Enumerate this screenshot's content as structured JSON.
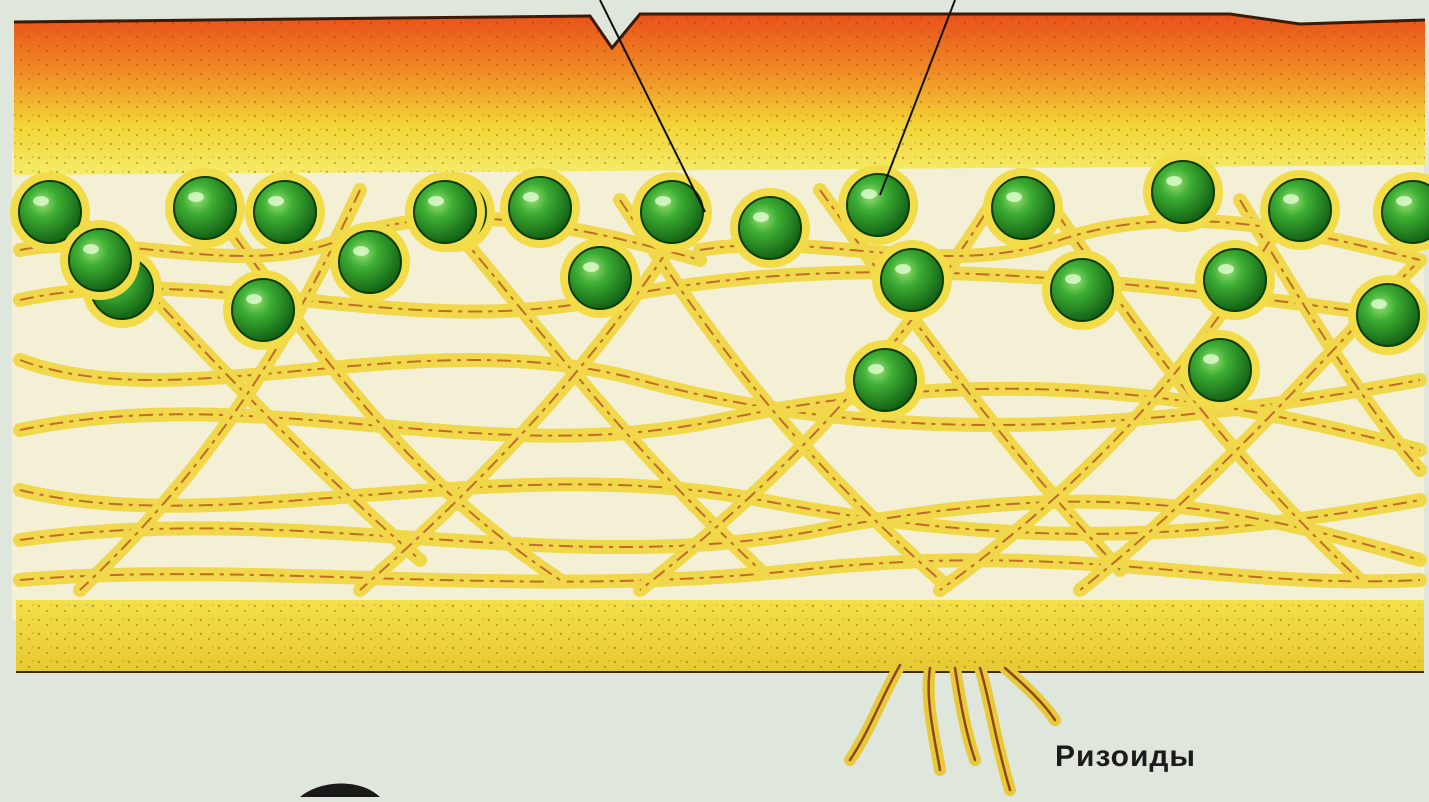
{
  "labels": {
    "rhizoids": "Ризоиды"
  },
  "colors": {
    "background": "#dfe7dc",
    "upper_cortex_top": "#e8501a",
    "upper_cortex_bottom": "#f2e23a",
    "hyphae": "#f0d84a",
    "hyphae_shadow": "#b4501e",
    "algae": "#2f9e2c",
    "lower_cortex": "#ecd53c"
  },
  "structures": {
    "algal_cells_count": 24,
    "pointer_lines_count": 2
  }
}
